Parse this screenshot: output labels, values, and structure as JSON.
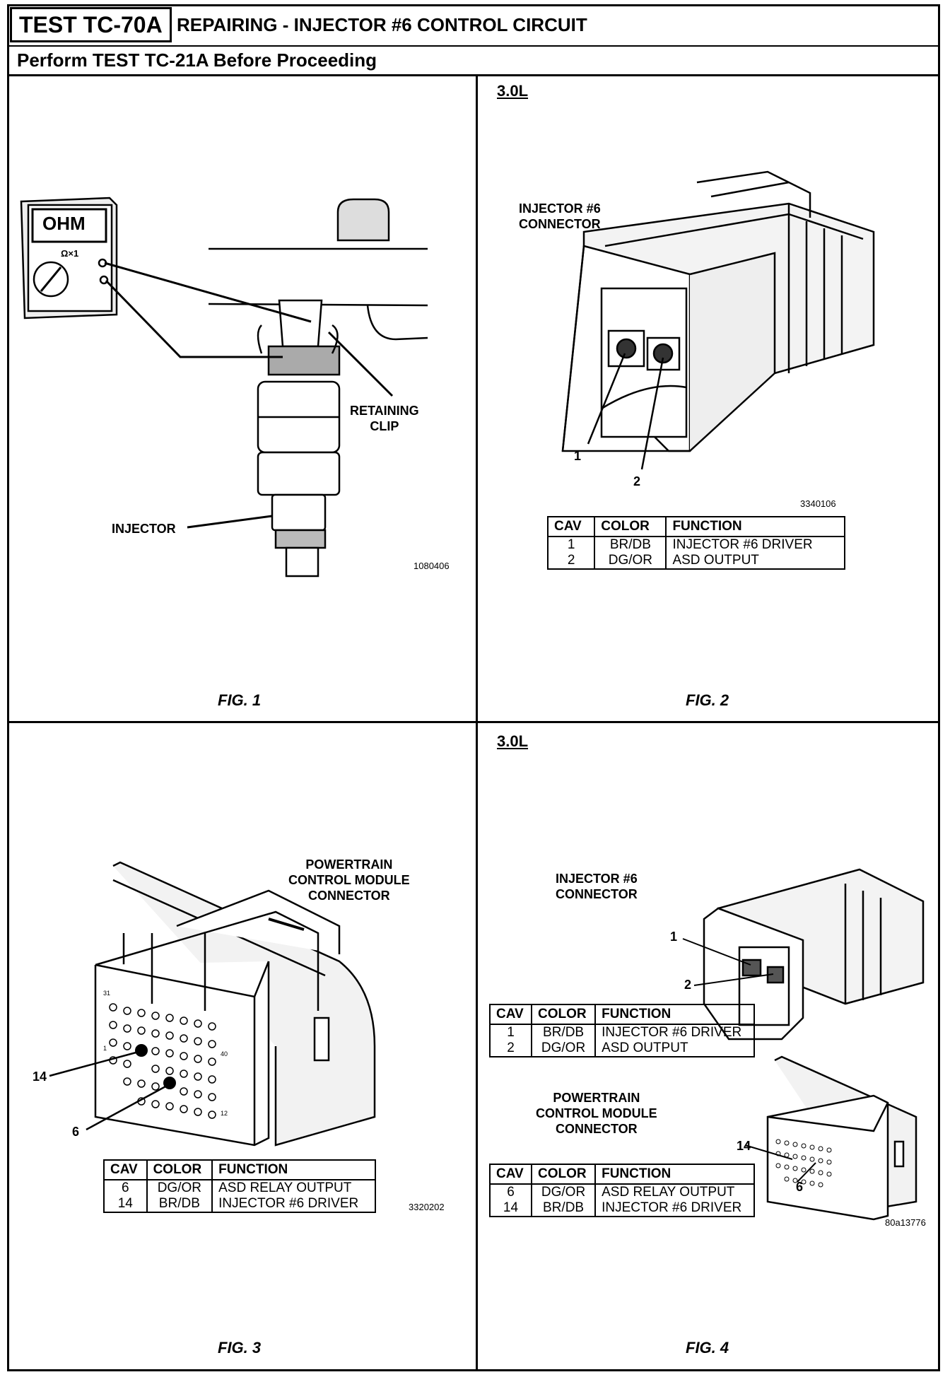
{
  "header": {
    "test_id": "TEST TC-70A",
    "title": "REPAIRING - INJECTOR #6 CONTROL CIRCUIT",
    "instruction": "Perform TEST TC-21A Before Proceeding"
  },
  "fig1": {
    "meter_display": "OHM",
    "meter_range": "Ω×1",
    "label_clip": "RETAINING\nCLIP",
    "label_injector": "INJECTOR",
    "code": "1080406",
    "caption": "FIG. 1"
  },
  "fig2": {
    "engine": "3.0L",
    "label_connector": "INJECTOR #6\nCONNECTOR",
    "pin1": "1",
    "pin2": "2",
    "code": "3340106",
    "table": {
      "headers": [
        "CAV",
        "COLOR",
        "FUNCTION"
      ],
      "rows": [
        [
          "1",
          "BR/DB",
          "INJECTOR #6 DRIVER"
        ],
        [
          "2",
          "DG/OR",
          "ASD OUTPUT"
        ]
      ]
    },
    "caption": "FIG. 2"
  },
  "fig3": {
    "label_connector": "POWERTRAIN\nCONTROL MODULE\nCONNECTOR",
    "pin14": "14",
    "pin6": "6",
    "small_31": "31",
    "small_1": "1",
    "small_40": "40",
    "small_12": "12",
    "code": "3320202",
    "table": {
      "headers": [
        "CAV",
        "COLOR",
        "FUNCTION"
      ],
      "rows": [
        [
          "6",
          "DG/OR",
          "ASD RELAY OUTPUT"
        ],
        [
          "14",
          "BR/DB",
          "INJECTOR #6 DRIVER"
        ]
      ]
    },
    "caption": "FIG. 3"
  },
  "fig4": {
    "engine": "3.0L",
    "label_injector_connector": "INJECTOR #6\nCONNECTOR",
    "pin1": "1",
    "pin2": "2",
    "table_injector": {
      "headers": [
        "CAV",
        "COLOR",
        "FUNCTION"
      ],
      "rows": [
        [
          "1",
          "BR/DB",
          "INJECTOR #6 DRIVER"
        ],
        [
          "2",
          "DG/OR",
          "ASD OUTPUT"
        ]
      ]
    },
    "label_pcm_connector": "POWERTRAIN\nCONTROL MODULE\nCONNECTOR",
    "pin14": "14",
    "pin6": "6",
    "table_pcm": {
      "headers": [
        "CAV",
        "COLOR",
        "FUNCTION"
      ],
      "rows": [
        [
          "6",
          "DG/OR",
          "ASD RELAY OUTPUT"
        ],
        [
          "14",
          "BR/DB",
          "INJECTOR #6 DRIVER"
        ]
      ]
    },
    "code": "80a13776",
    "caption": "FIG. 4"
  }
}
